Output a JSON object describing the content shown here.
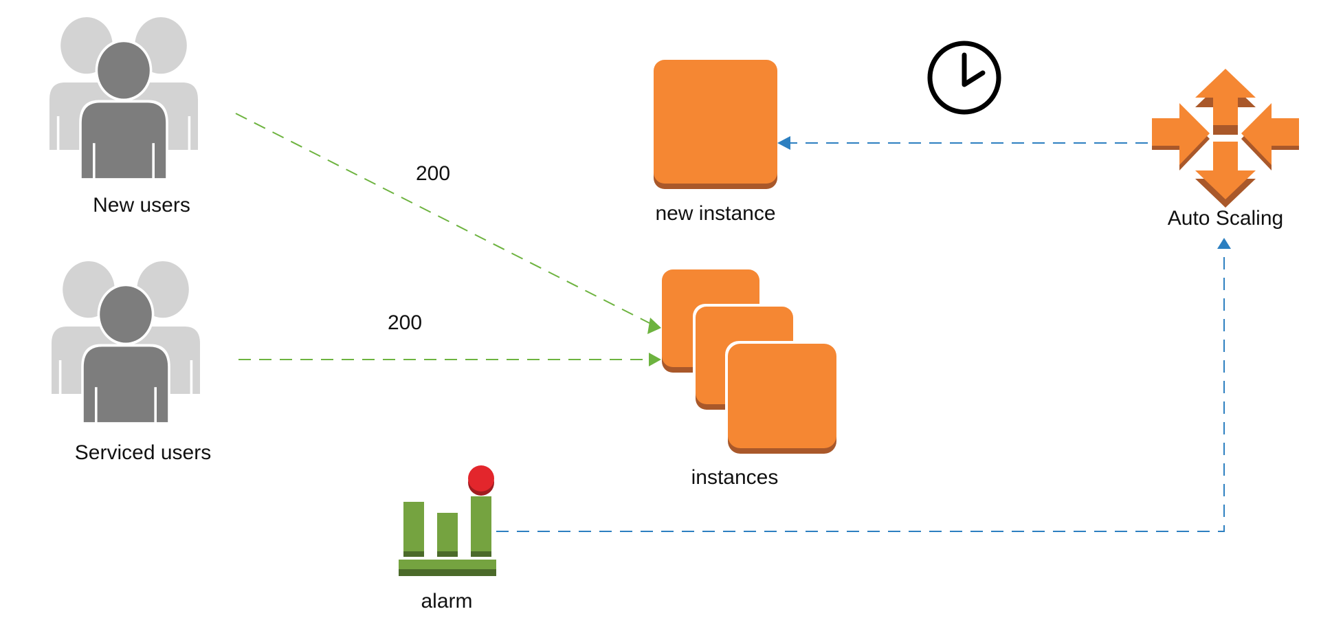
{
  "labels": {
    "new_users": "New users",
    "serviced_users": "Serviced users",
    "new_instance": "new instance",
    "instances": "instances",
    "auto_scaling": "Auto Scaling",
    "alarm": "alarm"
  },
  "edges": {
    "new_users_count": "200",
    "serviced_users_count": "200"
  },
  "icons": {
    "new_users": "user-group-icon",
    "serviced_users": "user-group-icon",
    "new_instance": "ec2-instance-icon",
    "instances": "ec2-instances-icon",
    "auto_scaling": "auto-scaling-icon",
    "alarm": "cloudwatch-alarm-icon",
    "clock": "clock-icon"
  },
  "colors": {
    "user_light": "#d3d3d3",
    "user_dark": "#7d7d7d",
    "instance_orange": "#f58733",
    "instance_shadow": "#a9582a",
    "alarm_green": "#75a340",
    "alarm_dark_green": "#4b6a2a",
    "alarm_red": "#e3262c",
    "traffic_line": "#6db33f",
    "scaling_line": "#2c7fc0"
  }
}
